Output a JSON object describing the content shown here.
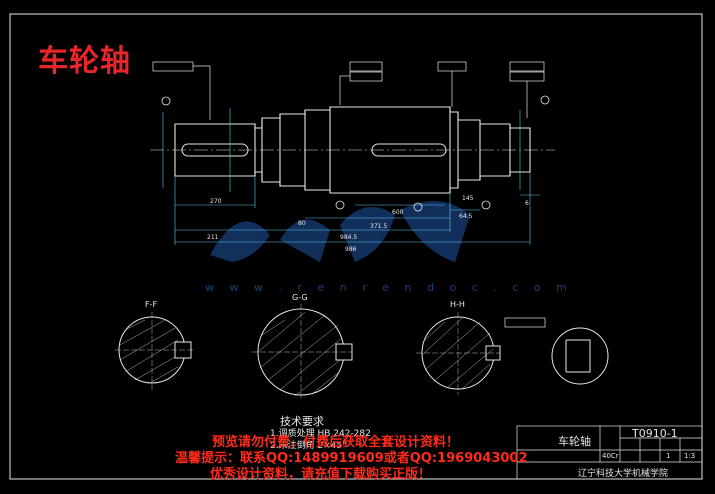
{
  "drawing": {
    "title": "车轮轴",
    "sections": {
      "ff": "F-F",
      "gg": "G-G",
      "hh": "H-H"
    },
    "tech_req_title": "技术要求",
    "tech_req_lines": [
      "1.调质处理 HB 242-282",
      "2.未注倒角 2×45°"
    ],
    "dimensions": {
      "d_270": "270",
      "d_211": "211",
      "d_986": "986",
      "d_984_5": "984.5",
      "d_371_5": "371.5",
      "d_64_5": "64.5",
      "d_600": "600",
      "d_145": "145",
      "d_6": "6",
      "d_80": "80"
    },
    "watermark_url": "w w w . r e n r e n d o c . c o m"
  },
  "title_block": {
    "part_name": "车轮轴",
    "drawing_no": "T0910-1",
    "school": "辽宁科技大学机械学院",
    "scale": "1:3",
    "material": "40Cr",
    "sheet": "1"
  },
  "promo": {
    "line1": "预览请勿付费，付费后获取全套设计资料！",
    "line2": "温馨提示：联系QQ:1489919609或者QQ:1969043002",
    "line3": "优秀设计资料，请充值下载购买正版！"
  },
  "colors": {
    "background": "#000000",
    "lines": "#e6e6e6",
    "title_red": "#e8262a",
    "dim_cyan": "#58c8f0",
    "watermark": "#1a3f7a"
  }
}
